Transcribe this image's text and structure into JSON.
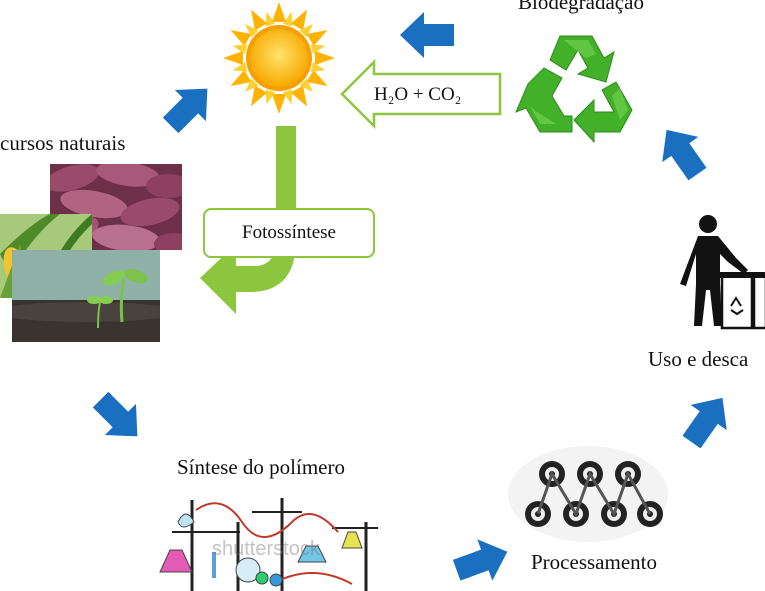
{
  "labels": {
    "biodegradation": "Biodegradação",
    "natural_resources": "cursos naturais",
    "photosynthesis": "Fotossíntese",
    "h2o_co2": "H₂O + CO₂",
    "polymer_synthesis": "Síntese do polímero",
    "processing": "Processamento",
    "use_disposal": "Uso e desca"
  },
  "watermark": "shutterstock",
  "colors": {
    "cycle_arrow": "#1b6fc1",
    "green_arrow": "#8cc63f",
    "recycle_green": "#43b02a",
    "sun": "#ffc21a"
  }
}
